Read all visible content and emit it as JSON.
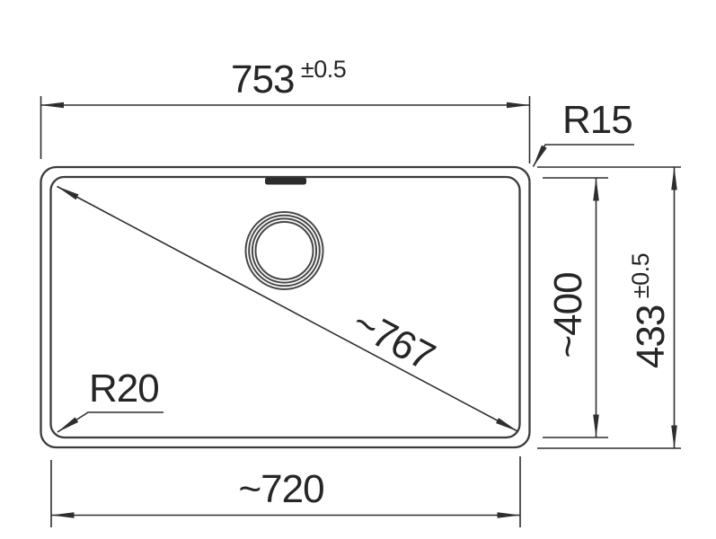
{
  "drawing": {
    "type": "technical-dimension-drawing",
    "subject": "sink-bowl-top-view",
    "background_color": "#ffffff",
    "line_color": "#2e2e2e",
    "outline_color": "#3b3b3b",
    "text_color": "#262626",
    "dims": {
      "overall_width": {
        "value": "753",
        "tolerance": "±0.5"
      },
      "overall_depth": {
        "value": "433",
        "tolerance": "±0.5"
      },
      "bowl_width": {
        "value": "~720"
      },
      "bowl_depth": {
        "value": "~400"
      },
      "bowl_diagonal": {
        "value": "~767"
      },
      "outer_corner_radius": {
        "value": "R15"
      },
      "bowl_corner_radius": {
        "value": "R20"
      }
    }
  }
}
